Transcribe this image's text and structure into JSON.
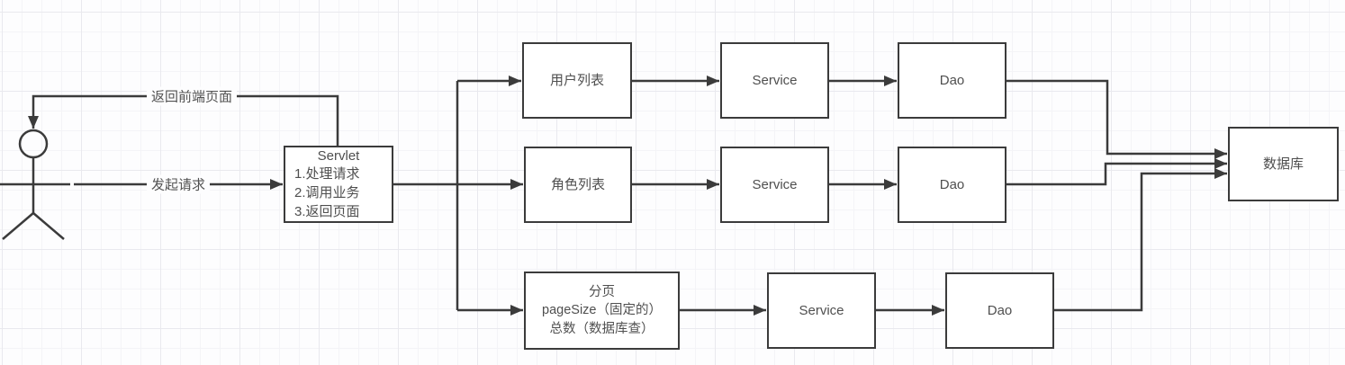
{
  "canvas": {
    "background": "#fdfdfe",
    "grid_minor_color": "#f4f4f7",
    "grid_major_color": "#e9e9ee",
    "stroke_color": "#3b3b3b",
    "text_color": "#4f4f4f"
  },
  "actor": {
    "icon": "stick-figure"
  },
  "edges": {
    "return_label": "返回前端页面",
    "request_label": "发起请求"
  },
  "servlet": {
    "title": "Servlet",
    "steps": [
      "1.处理请求",
      "2.调用业务",
      "3.返回页面"
    ]
  },
  "flows": [
    {
      "entry": "用户列表",
      "service": "Service",
      "dao": "Dao"
    },
    {
      "entry": "角色列表",
      "service": "Service",
      "dao": "Dao"
    },
    {
      "entry_lines": [
        "分页",
        "pageSize（固定的）",
        "总数（数据库查）"
      ],
      "service": "Service",
      "dao": "Dao"
    }
  ],
  "database": {
    "label": "数据库"
  }
}
